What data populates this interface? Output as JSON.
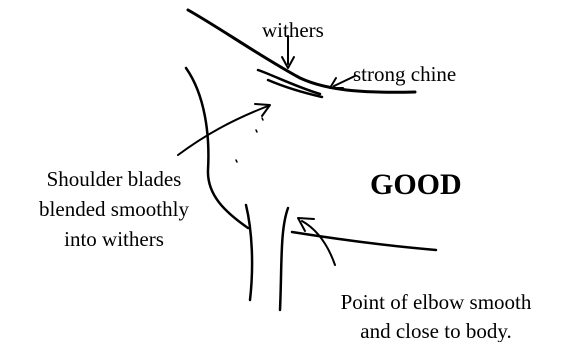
{
  "labels": {
    "withers": "withers",
    "strong_chine": "strong chine",
    "shoulder_lines": [
      "Shoulder blades",
      "blended smoothly",
      "into withers"
    ],
    "good": "GOOD",
    "elbow_lines": [
      "Point of elbow smooth",
      "and close to body."
    ]
  },
  "colors": {
    "ink": "#000000",
    "background": "#ffffff"
  }
}
